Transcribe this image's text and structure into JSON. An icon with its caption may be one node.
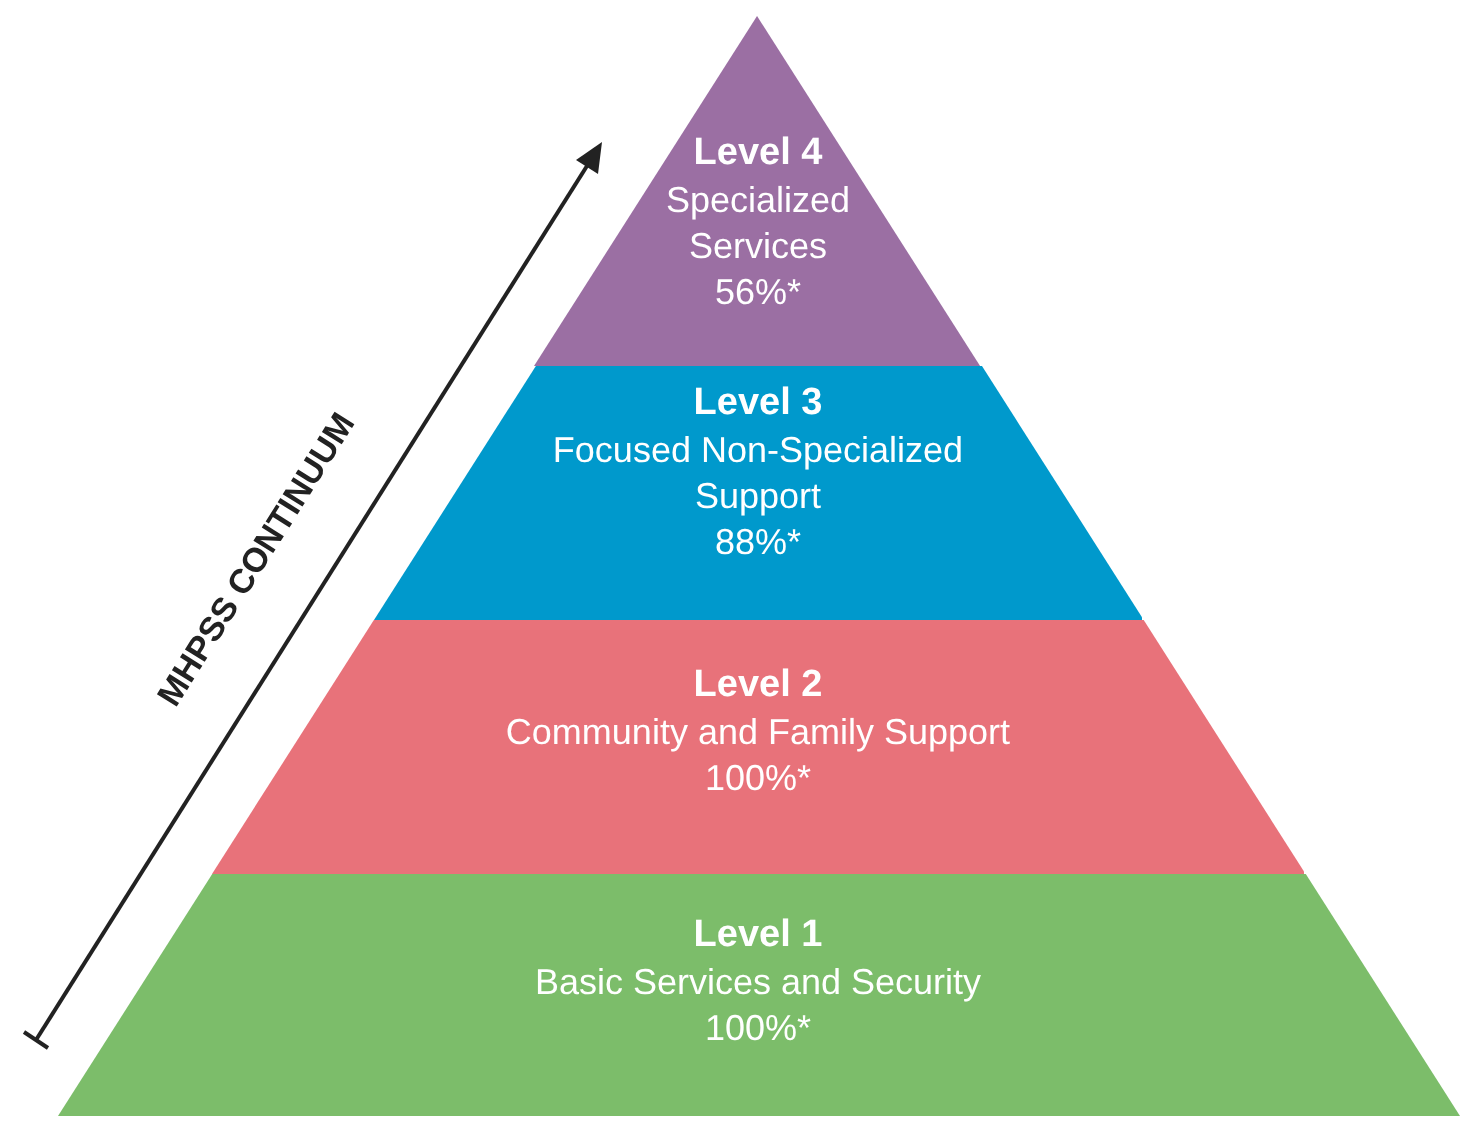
{
  "diagram": {
    "nodes": [
      {
        "text": [
          "Level 4",
          "Specialized Services",
          "56%*"
        ]
      },
      {
        "text": [
          "Level 3",
          "Focused Non-Specialized Support",
          "88%*"
        ]
      },
      {
        "text": [
          "Level 2",
          "Community and Family Support",
          "100%*"
        ]
      },
      {
        "text": [
          "Level 1",
          "Basic Services and Security",
          "100%*"
        ]
      }
    ],
    "edges": [],
    "labels": [
      "MHPSS CONTINUUM"
    ]
  }
}
